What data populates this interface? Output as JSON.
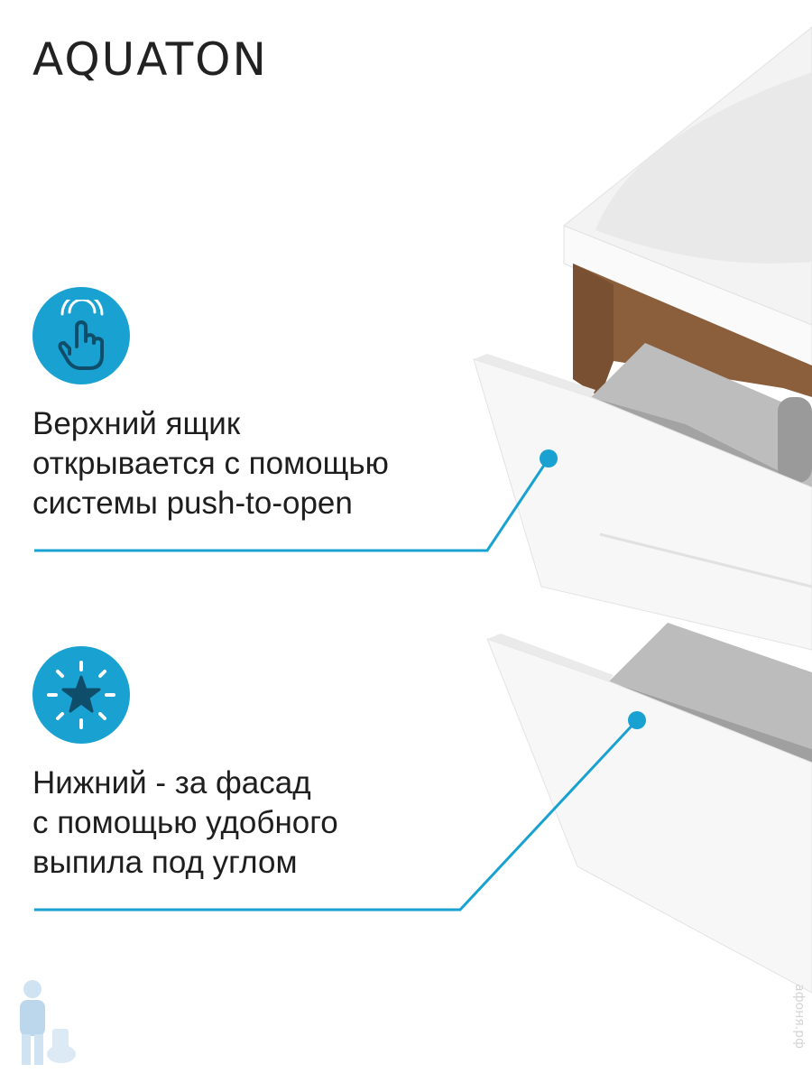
{
  "brand": {
    "name": "AQUATON"
  },
  "features": [
    {
      "icon": "tap-hand-icon",
      "lines": [
        "Верхний ящик",
        "открывается с помощью",
        "системы push-to-open"
      ]
    },
    {
      "icon": "star-sparkle-icon",
      "lines": [
        "Нижний - за фасад",
        "с помощью удобного",
        "выпила под углом"
      ]
    }
  ],
  "watermark": {
    "text": "афоня.рф"
  },
  "colors": {
    "accent": "#19a1d1",
    "accent_dark": "#0f4e6b",
    "wood": "#8b5e3c",
    "text": "#1e1e1e"
  }
}
